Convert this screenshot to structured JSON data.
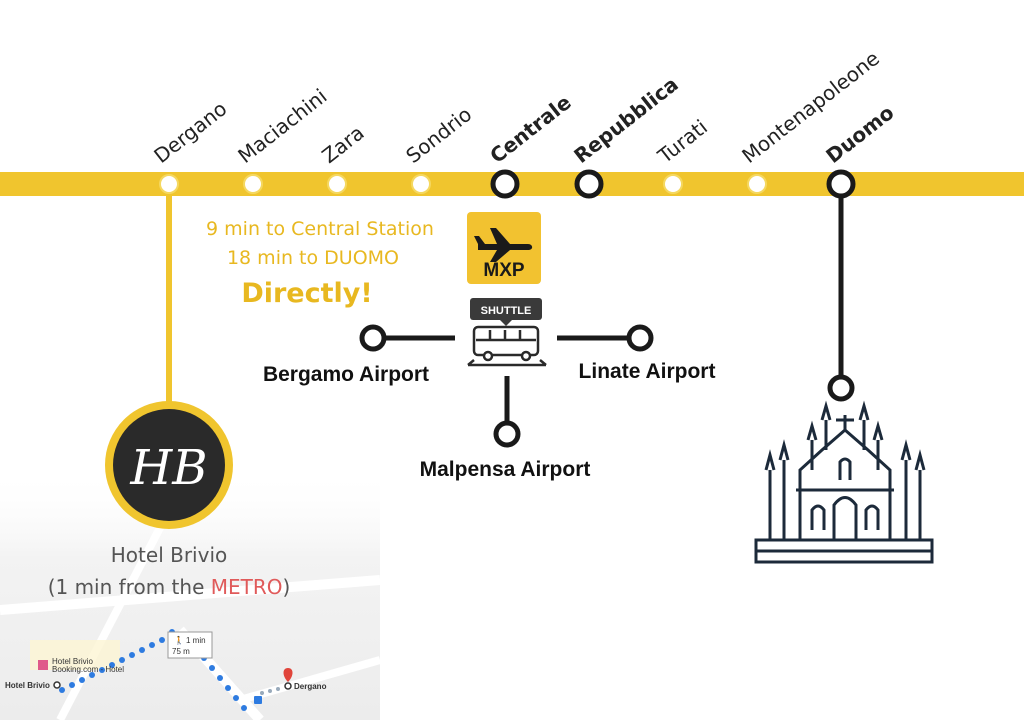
{
  "line_color": "#f0c52e",
  "stations": [
    {
      "name": "Dergano",
      "major": false
    },
    {
      "name": "Maciachini",
      "major": false
    },
    {
      "name": "Zara",
      "major": false
    },
    {
      "name": "Sondrio",
      "major": false
    },
    {
      "name": "Centrale",
      "major": true
    },
    {
      "name": "Repubblica",
      "major": true
    },
    {
      "name": "Turati",
      "major": false
    },
    {
      "name": "Montenapoleone",
      "major": false
    },
    {
      "name": "Duomo",
      "major": true
    }
  ],
  "travel_note": {
    "line1": "9 min to Central Station",
    "line2": "18 min to DUOMO",
    "line3": "Directly!"
  },
  "mxp_badge": "MXP",
  "shuttle": {
    "label": "SHUTTLE",
    "airports": {
      "left": "Bergamo Airport",
      "right": "Linate Airport",
      "bottom": "Malpensa Airport"
    }
  },
  "hotel": {
    "logo_monogram": "HB",
    "name": "Hotel Brivio",
    "note_prefix": "(1 min from the ",
    "note_highlight": "METRO",
    "note_suffix": ")"
  },
  "map_inset": {
    "hotel_label": "Hotel Brivio",
    "poi_label": "Hotel Brivio",
    "poi_sub": "Booking.com - Hotel",
    "walk_time": "1 min",
    "walk_dist": "75 m",
    "station_label": "Dergano"
  },
  "icons": [
    "airplane-icon",
    "bus-icon",
    "cathedral-icon",
    "walk-icon",
    "map-pin-icon"
  ]
}
